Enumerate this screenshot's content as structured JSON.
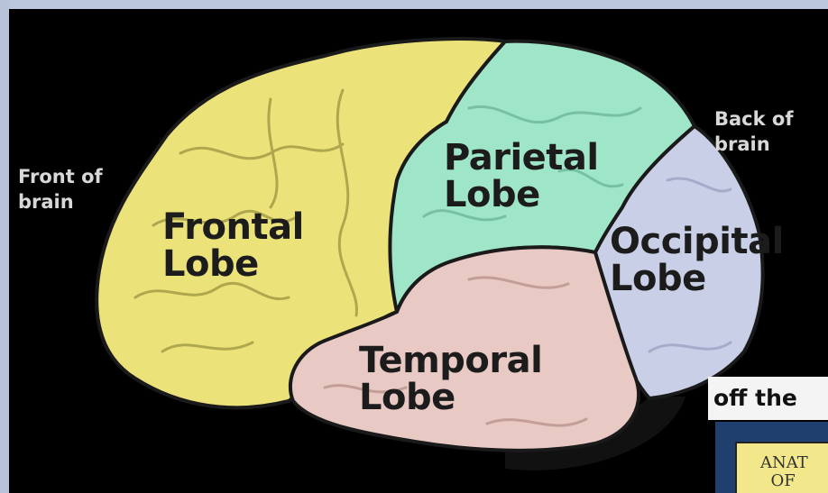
{
  "diagram": {
    "front_label": "Front of\nbrain",
    "back_label": "Back of\nbrain",
    "lobes": {
      "frontal": {
        "label": "Frontal\nLobe",
        "color": "#ece27a"
      },
      "parietal": {
        "label": "Parietal\nLobe",
        "color": "#9fe6c8"
      },
      "occipital": {
        "label": "Occipital\nLobe",
        "color": "#c9cfe6"
      },
      "temporal": {
        "label": "Temporal\nLobe",
        "color": "#e8c9c4"
      }
    }
  },
  "inset": {
    "title": "off the",
    "card_text": "ANAT\n  OF"
  }
}
